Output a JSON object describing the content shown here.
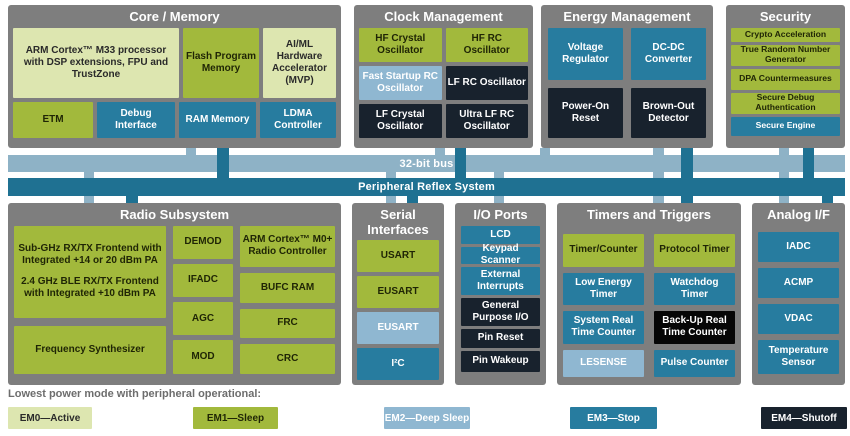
{
  "palette": {
    "section_bg": "#7e7e7e",
    "em0": "#dde6b0",
    "em1": "#a2b93c",
    "em2": "#8fb7d1",
    "em3": "#277c9f",
    "em4": "#18222d",
    "em4_black": "#060606",
    "bus_light": "#8eb2c6",
    "bus_dark": "#1f7192"
  },
  "buses": {
    "bus32_label": "32-bit bus",
    "prs_label": "Peripheral Reflex System"
  },
  "sections": {
    "core_memory": {
      "title": "Core / Memory",
      "blocks": [
        {
          "label": "ARM Cortex™ M33 processor with DSP extensions, FPU and TrustZone",
          "em": "em0"
        },
        {
          "label": "Flash Program Memory",
          "em": "em1"
        },
        {
          "label": "AI/ML Hardware Accelerator (MVP)",
          "em": "em0"
        },
        {
          "label": "ETM",
          "em": "em1"
        },
        {
          "label": "Debug Interface",
          "em": "em3"
        },
        {
          "label": "RAM Memory",
          "em": "em3"
        },
        {
          "label": "LDMA Controller",
          "em": "em3"
        }
      ]
    },
    "clock_management": {
      "title": "Clock Management",
      "blocks": [
        {
          "label": "HF Crystal Oscillator",
          "em": "em1"
        },
        {
          "label": "HF RC Oscillator",
          "em": "em1"
        },
        {
          "label": "Fast Startup RC Oscillator",
          "em": "em2"
        },
        {
          "label": "LF RC Oscillator",
          "em": "em4"
        },
        {
          "label": "LF Crystal Oscillator",
          "em": "em4"
        },
        {
          "label": "Ultra LF RC Oscillator",
          "em": "em4"
        }
      ]
    },
    "energy_management": {
      "title": "Energy Management",
      "blocks": [
        {
          "label": "Voltage Regulator",
          "em": "em3"
        },
        {
          "label": "DC-DC Converter",
          "em": "em3"
        },
        {
          "label": "Power-On Reset",
          "em": "em4"
        },
        {
          "label": "Brown-Out Detector",
          "em": "em4"
        }
      ]
    },
    "security": {
      "title": "Security",
      "blocks": [
        {
          "label": "Crypto Acceleration",
          "em": "em1"
        },
        {
          "label": "True Random Number Generator",
          "em": "em1"
        },
        {
          "label": "DPA Countermeasures",
          "em": "em1"
        },
        {
          "label": "Secure Debug Authentication",
          "em": "em1"
        },
        {
          "label": "Secure Engine",
          "em": "em3"
        }
      ]
    },
    "radio_subsystem": {
      "title": "Radio Subsystem",
      "frontend": {
        "line1": "Sub-GHz RX/TX Frontend with Integrated +14 or 20 dBm PA",
        "line2": "2.4 GHz BLE RX/TX Frontend with Integrated +10 dBm PA"
      },
      "frequency_synthesizer": "Frequency Synthesizer",
      "mid_blocks": [
        "DEMOD",
        "IFADC",
        "AGC",
        "MOD"
      ],
      "right_blocks": [
        "ARM Cortex™ M0+ Radio Controller",
        "BUFC RAM",
        "FRC",
        "CRC"
      ]
    },
    "serial_interfaces": {
      "title": "Serial Interfaces",
      "blocks": [
        {
          "label": "USART",
          "em": "em1"
        },
        {
          "label": "EUSART",
          "em": "em1"
        },
        {
          "label": "EUSART",
          "em": "em2"
        },
        {
          "label": "I²C",
          "em": "em3"
        }
      ]
    },
    "io_ports": {
      "title": "I/O Ports",
      "blocks": [
        {
          "label": "LCD",
          "em": "em3"
        },
        {
          "label": "Keypad Scanner",
          "em": "em3"
        },
        {
          "label": "External Interrupts",
          "em": "em3"
        },
        {
          "label": "General Purpose I/O",
          "em": "em4"
        },
        {
          "label": "Pin Reset",
          "em": "em4"
        },
        {
          "label": "Pin Wakeup",
          "em": "em4"
        }
      ]
    },
    "timers_triggers": {
      "title": "Timers and Triggers",
      "blocks": [
        {
          "label": "Timer/Counter",
          "em": "em1"
        },
        {
          "label": "Protocol Timer",
          "em": "em1"
        },
        {
          "label": "Low Energy Timer",
          "em": "em3"
        },
        {
          "label": "Watchdog Timer",
          "em": "em3"
        },
        {
          "label": "System Real Time Counter",
          "em": "em3"
        },
        {
          "label": "Back-Up Real Time Counter",
          "em": "em4_black"
        },
        {
          "label": "LESENSE",
          "em": "em2"
        },
        {
          "label": "Pulse Counter",
          "em": "em3"
        }
      ]
    },
    "analog_if": {
      "title": "Analog I/F",
      "blocks": [
        {
          "label": "IADC",
          "em": "em3"
        },
        {
          "label": "ACMP",
          "em": "em3"
        },
        {
          "label": "VDAC",
          "em": "em3"
        },
        {
          "label": "Temperature Sensor",
          "em": "em3"
        }
      ]
    }
  },
  "legend": {
    "title": "Lowest power mode with peripheral operational:",
    "items": [
      {
        "label": "EM0—Active",
        "em": "em0"
      },
      {
        "label": "EM1—Sleep",
        "em": "em1"
      },
      {
        "label": "EM2—Deep Sleep",
        "em": "em2"
      },
      {
        "label": "EM3—Stop",
        "em": "em3"
      },
      {
        "label": "EM4—Shutoff",
        "em": "em4"
      }
    ]
  }
}
